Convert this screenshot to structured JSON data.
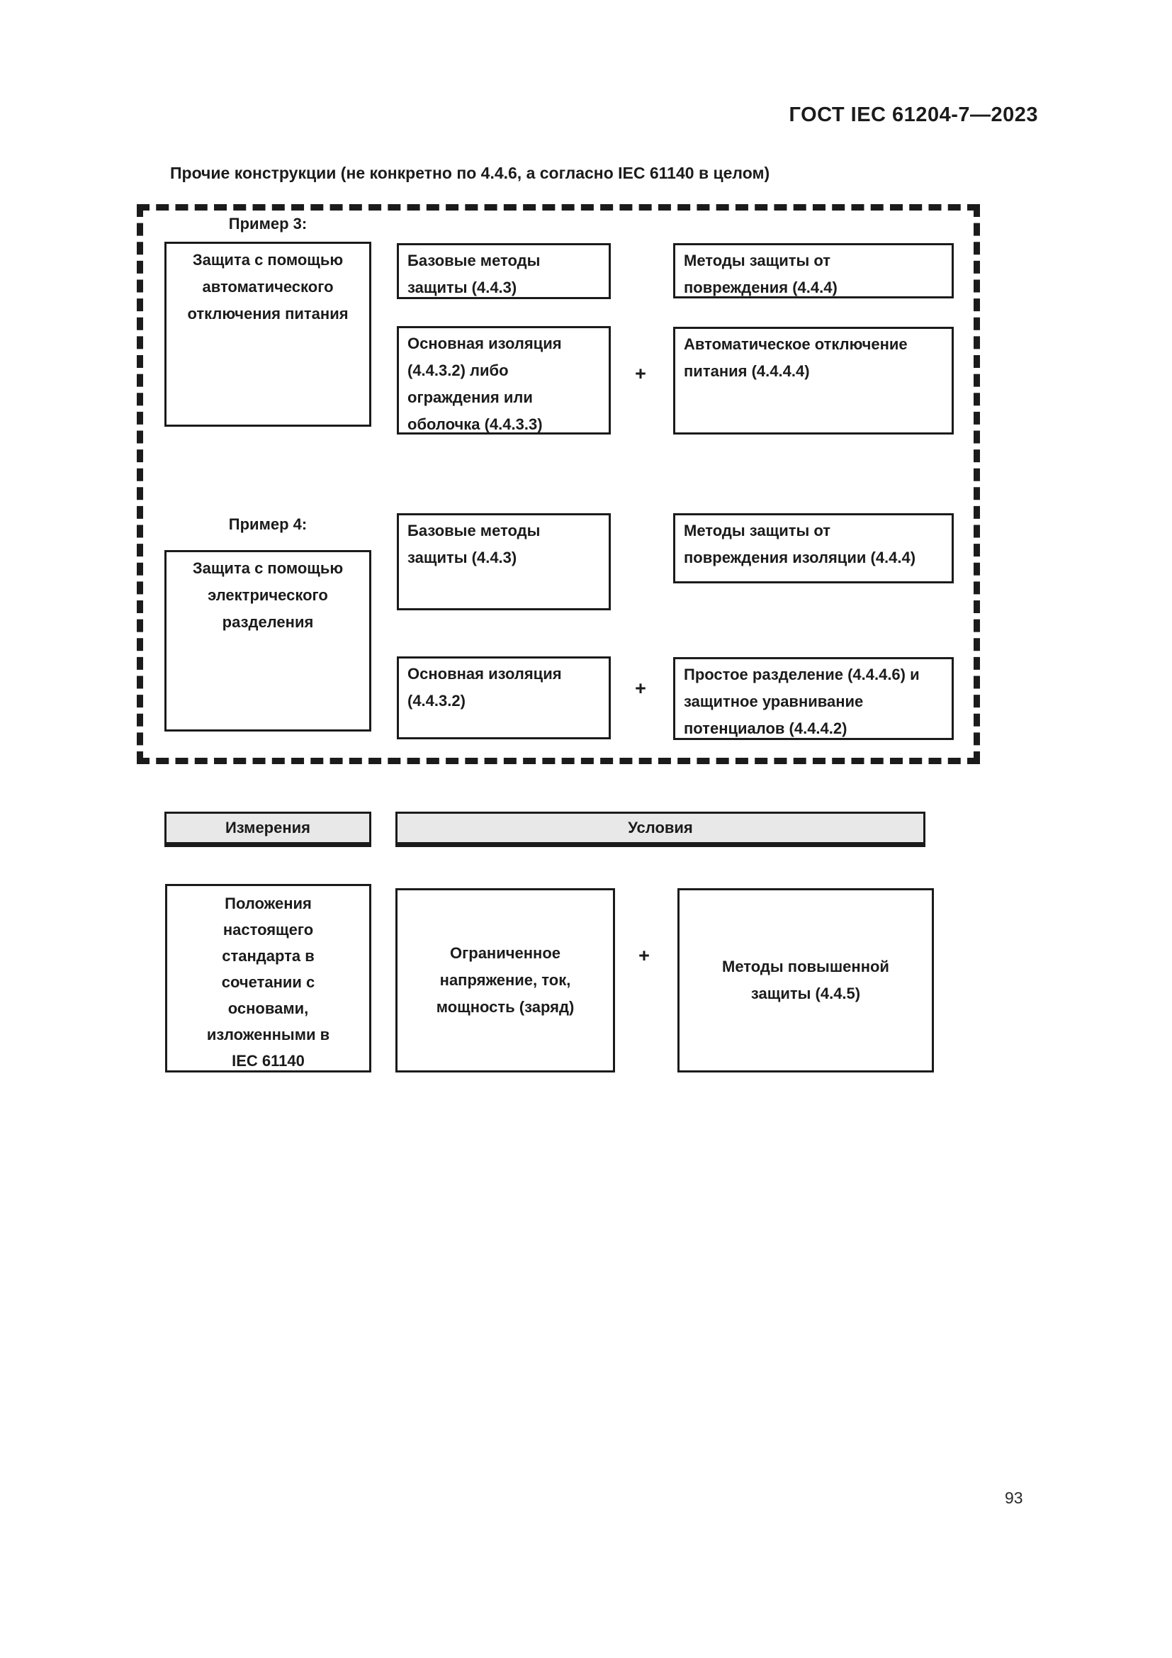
{
  "page": {
    "header": "ГОСТ IEC 61204-7—2023",
    "caption": "Прочие конструкции (не конкретно по 4.4.6, а согласно IEC 61140 в целом)",
    "page_number": "93"
  },
  "diagram": {
    "example3": {
      "title": "Пример 3:",
      "left_box": "Защита с помощью\nавтоматического\nотключения питания",
      "basic_methods_box": "Базовые методы\nзащиты (4.4.3)",
      "basic_insulation_box": "Основная изоляция\n(4.4.3.2) либо\nограждения или\nоболочка (4.4.3.3)",
      "plus": "+",
      "fault_protection_box": "Методы защиты от\nповреждения (4.4.4)",
      "auto_disconnect_box": "Автоматическое отключение\nпитания (4.4.4.4)"
    },
    "example4": {
      "title": "Пример 4:",
      "left_box": "Защита с помощью\nэлектрического\nразделения",
      "basic_methods_box": "Базовые методы\nзащиты (4.4.3)",
      "basic_insulation_box": "Основная изоляция\n(4.4.3.2)",
      "plus": "+",
      "fault_protection_box": "Методы защиты от\nповреждения изоляции (4.4.4)",
      "simple_separation_box": "Простое разделение (4.4.4.6) и\nзащитное уравнивание\nпотенциалов (4.4.4.2)"
    },
    "bottom": {
      "measures_header": "Измерения",
      "conditions_header": "Условия",
      "provisions_box": "Положения\nнастоящего\nстандарта в\nсочетании с\nосновами,\nизложенными в\nIEC 61140",
      "limited_box": "Ограниченное\nнапряжение, ток,\nмощность (заряд)",
      "plus": "+",
      "enhanced_box": "Методы повышенной\nзащиты (4.4.5)"
    }
  }
}
